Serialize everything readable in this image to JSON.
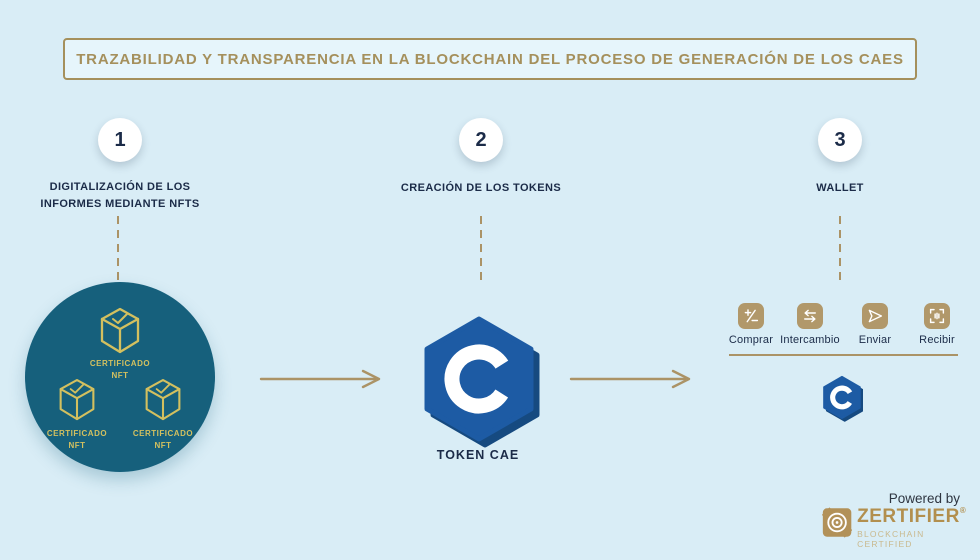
{
  "title": "TRAZABILIDAD Y TRANSPARENCIA EN  LA BLOCKCHAIN DEL PROCESO DE GENERACIÓN DE LOS CAES",
  "steps": [
    {
      "number": "1",
      "label": "DIGITALIZACIÓN DE LOS INFORMES MEDIANTE NFTS"
    },
    {
      "number": "2",
      "label": "CREACIÓN DE LOS TOKENS"
    },
    {
      "number": "3",
      "label": "WALLET"
    }
  ],
  "nft_circle": {
    "certificates": [
      {
        "label": "CERTIFICADO NFT"
      },
      {
        "label": "CERTIFICADO NFT"
      },
      {
        "label": "CERTIFICADO NFT"
      }
    ]
  },
  "token": {
    "label": "TOKEN CAE"
  },
  "wallet": {
    "actions": [
      {
        "label": "Comprar",
        "icon": "plus-minus-icon"
      },
      {
        "label": "Intercambio",
        "icon": "swap-arrows-icon"
      },
      {
        "label": "Enviar",
        "icon": "send-icon"
      },
      {
        "label": "Recibir",
        "icon": "scan-icon"
      }
    ]
  },
  "footer": {
    "powered_by": "Powered by",
    "brand": "ZERTIFIER",
    "registered": "®",
    "tagline": "BLOCKCHAIN CERTIFIED"
  },
  "colors": {
    "background": "#d9edf6",
    "gold": "#ab9366",
    "gold_text": "#a5905c",
    "navy": "#1b2b48",
    "teal_circle": "#16607c",
    "cube_gold": "#d3c05f",
    "hexagon_blue": "#1d5ba4",
    "hexagon_shadow": "#164a80",
    "wallet_button": "#b1986a",
    "brand_gold": "#b28f4e"
  }
}
